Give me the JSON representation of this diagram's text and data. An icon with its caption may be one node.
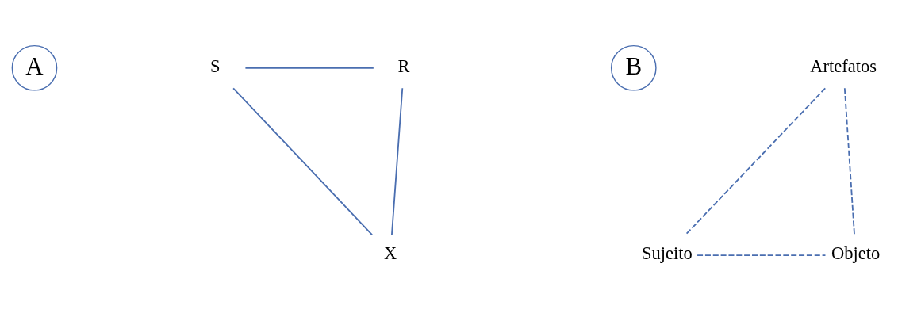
{
  "diagram": {
    "nodes": [
      {
        "text": [
          "A"
        ]
      },
      {
        "text": [
          "S"
        ]
      },
      {
        "text": [
          "R"
        ]
      },
      {
        "text": [
          "X"
        ]
      },
      {
        "text": [
          "B"
        ]
      },
      {
        "text": [
          "Artefatos"
        ]
      },
      {
        "text": [
          "Sujeito"
        ]
      },
      {
        "text": [
          "Objeto"
        ]
      }
    ],
    "edges": [
      {
        "from": 1,
        "to": 2,
        "arrow": "none"
      },
      {
        "from": 2,
        "to": 3,
        "arrow": "none"
      },
      {
        "from": 1,
        "to": 3,
        "arrow": "none"
      },
      {
        "from": 5,
        "to": 6,
        "arrow": "none",
        "style": "dashed"
      },
      {
        "from": 5,
        "to": 7,
        "arrow": "none",
        "style": "dashed"
      },
      {
        "from": 6,
        "to": 7,
        "arrow": "none",
        "style": "dashed"
      }
    ]
  }
}
